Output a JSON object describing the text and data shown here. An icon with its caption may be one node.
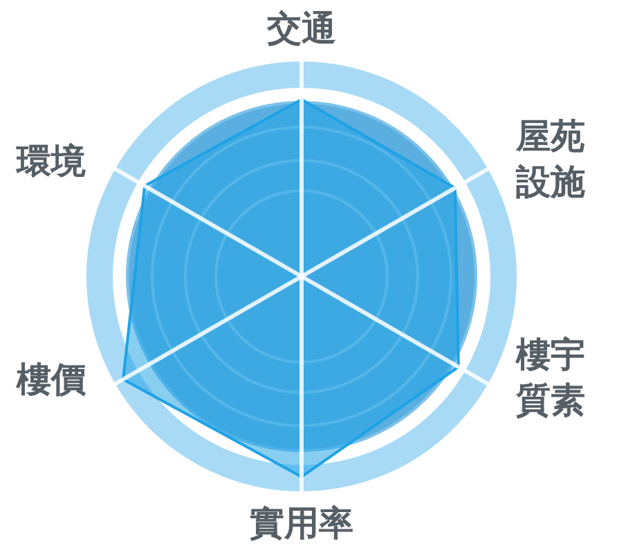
{
  "diagram": {
    "labels": [
      "交通",
      "環境",
      "屋苑設施",
      "樓價",
      "樓宇質素",
      "實用率"
    ]
  }
}
